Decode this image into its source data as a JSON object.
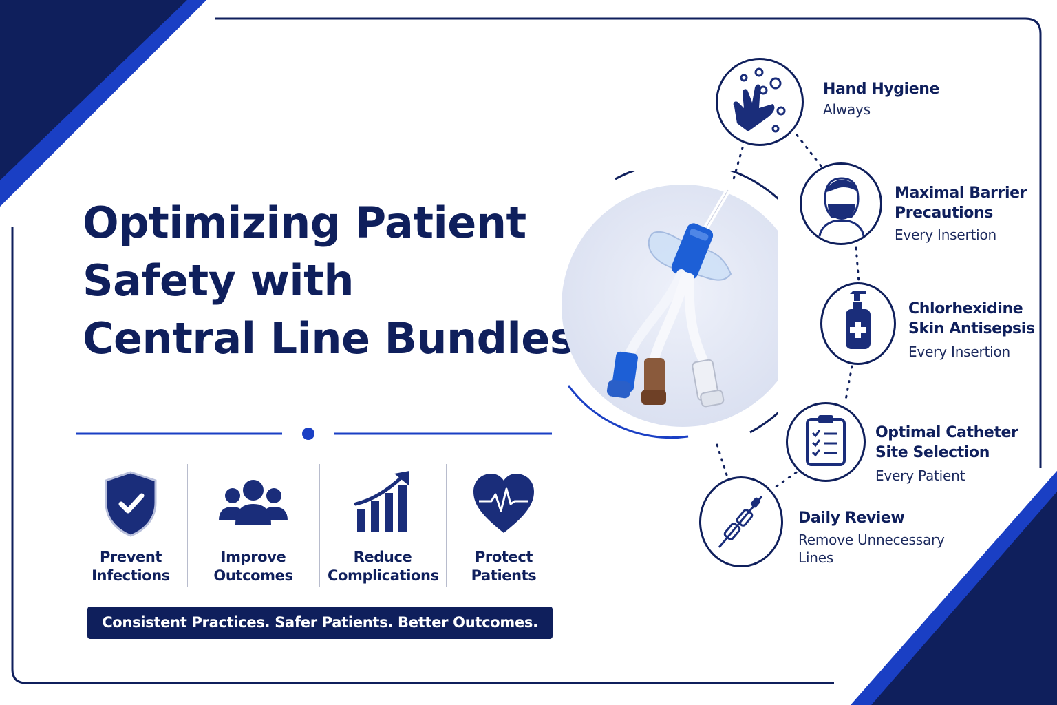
{
  "title": {
    "line1": "Optimizing Patient",
    "line2": "Safety with",
    "line3": "Central Line Bundles"
  },
  "benefits": [
    {
      "icon": "shield-check-icon",
      "line1": "Prevent",
      "line2": "Infections"
    },
    {
      "icon": "people-group-icon",
      "line1": "Improve",
      "line2": "Outcomes"
    },
    {
      "icon": "bar-chart-growth-icon",
      "line1": "Reduce",
      "line2": "Complications"
    },
    {
      "icon": "heart-pulse-icon",
      "line1": "Protect",
      "line2": "Patients"
    }
  ],
  "tagline": "Consistent Practices. Safer Patients. Better Outcomes.",
  "steps": [
    {
      "icon": "hand-wash-icon",
      "title_line1": "Hand Hygiene",
      "title_line2": "",
      "sub_line1": "Always",
      "sub_line2": ""
    },
    {
      "icon": "face-mask-icon",
      "title_line1": "Maximal Barrier",
      "title_line2": "Precautions",
      "sub_line1": "Every Insertion",
      "sub_line2": ""
    },
    {
      "icon": "soap-bottle-icon",
      "title_line1": "Chlorhexidine",
      "title_line2": "Skin Antisepsis",
      "sub_line1": "Every Insertion",
      "sub_line2": ""
    },
    {
      "icon": "clipboard-checklist-icon",
      "title_line1": "Optimal Catheter",
      "title_line2": "Site Selection",
      "sub_line1": "Every Patient",
      "sub_line2": ""
    },
    {
      "icon": "catheter-line-icon",
      "title_line1": "Daily Review",
      "title_line2": "",
      "sub_line1": "Remove Unnecessary",
      "sub_line2": "Lines"
    }
  ],
  "colors": {
    "navy": "#0f1f5c",
    "royal_blue": "#1a3fc4",
    "light_circle": "#e3e7f4"
  }
}
